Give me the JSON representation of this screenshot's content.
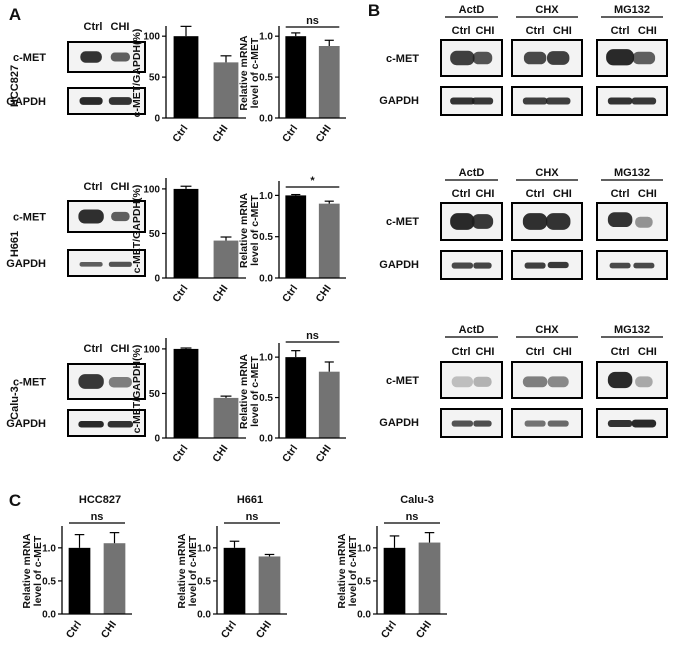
{
  "panels": {
    "A": "A",
    "B": "B",
    "C": "C"
  },
  "colors": {
    "ctrl_bar": "#000000",
    "chi_bar": "#737373",
    "blot_bg": "#f3f3f3",
    "band": "#1e1e1e"
  },
  "cell_lines": [
    "HCC827",
    "H661",
    "Calu-3"
  ],
  "labels": {
    "ctrl_chi": [
      "Ctrl",
      "CHI"
    ],
    "c_met": "c-MET",
    "gapdh": "GAPDH",
    "drugs": [
      "ActD",
      "CHX",
      "MG132"
    ],
    "protein_ylabel": "c-MET/GAPDH(%)",
    "mrna_ylabel_1": "Relative mRNA",
    "mrna_ylabel_2": "level of c-MET"
  },
  "significance": {
    "HCC827_mrna": "ns",
    "H661_mrna": "*",
    "Calu-3_mrna": "ns",
    "HCC827_C": "ns",
    "H661_C": "ns",
    "Calu-3_C": "ns"
  },
  "chart_data": [
    {
      "type": "bar",
      "panel": "A",
      "cell_line": "HCC827",
      "categories": [
        "Ctrl",
        "CHI"
      ],
      "values": [
        100,
        68
      ],
      "errors": [
        12,
        8
      ],
      "ylabel": "c-MET/GAPDH(%)",
      "ylim": [
        0,
        110
      ],
      "yticks": [
        0,
        50,
        100
      ]
    },
    {
      "type": "bar",
      "panel": "A",
      "cell_line": "HCC827",
      "categories": [
        "Ctrl",
        "CHI"
      ],
      "values": [
        1.0,
        0.88
      ],
      "errors": [
        0.04,
        0.07
      ],
      "ylabel": "Relative mRNA level of c-MET",
      "ylim": [
        0,
        1.1
      ],
      "yticks": [
        0.0,
        0.5,
        1.0
      ],
      "significance": "ns"
    },
    {
      "type": "bar",
      "panel": "A",
      "cell_line": "H661",
      "categories": [
        "Ctrl",
        "CHI"
      ],
      "values": [
        100,
        42
      ],
      "errors": [
        3,
        4
      ],
      "ylabel": "c-MET/GAPDH(%)",
      "ylim": [
        0,
        110
      ],
      "yticks": [
        0,
        50,
        100
      ]
    },
    {
      "type": "bar",
      "panel": "A",
      "cell_line": "H661",
      "categories": [
        "Ctrl",
        "CHI"
      ],
      "values": [
        1.0,
        0.9
      ],
      "errors": [
        0.01,
        0.03
      ],
      "ylabel": "Relative mRNA level of c-MET",
      "ylim": [
        0,
        1.15
      ],
      "yticks": [
        0.0,
        0.5,
        1.0
      ],
      "significance": "*"
    },
    {
      "type": "bar",
      "panel": "A",
      "cell_line": "Calu-3",
      "categories": [
        "Ctrl",
        "CHI"
      ],
      "values": [
        100,
        45
      ],
      "errors": [
        1,
        2
      ],
      "ylabel": "c-MET/GAPDH(%)",
      "ylim": [
        0,
        110
      ],
      "yticks": [
        0,
        50,
        100
      ]
    },
    {
      "type": "bar",
      "panel": "A",
      "cell_line": "Calu-3",
      "categories": [
        "Ctrl",
        "CHI"
      ],
      "values": [
        1.0,
        0.82
      ],
      "errors": [
        0.08,
        0.12
      ],
      "ylabel": "Relative mRNA level of c-MET",
      "ylim": [
        0,
        1.15
      ],
      "yticks": [
        0.0,
        0.5,
        1.0
      ],
      "significance": "ns"
    },
    {
      "type": "bar",
      "panel": "C",
      "cell_line": "HCC827",
      "title": "HCC827",
      "categories": [
        "Ctrl",
        "CHI"
      ],
      "values": [
        1.0,
        1.07
      ],
      "errors": [
        0.2,
        0.16
      ],
      "ylabel": "Relative mRNA level of c-MET",
      "ylim": [
        0,
        1.3
      ],
      "yticks": [
        0.0,
        0.5,
        1.0
      ],
      "significance": "ns"
    },
    {
      "type": "bar",
      "panel": "C",
      "cell_line": "H661",
      "title": "H661",
      "categories": [
        "Ctrl",
        "CHI"
      ],
      "values": [
        1.0,
        0.87
      ],
      "errors": [
        0.1,
        0.03
      ],
      "ylabel": "Relative mRNA level of c-MET",
      "ylim": [
        0,
        1.3
      ],
      "yticks": [
        0.0,
        0.5,
        1.0
      ],
      "significance": "ns"
    },
    {
      "type": "bar",
      "panel": "C",
      "cell_line": "Calu-3",
      "title": "Calu-3",
      "categories": [
        "Ctrl",
        "CHI"
      ],
      "values": [
        1.0,
        1.08
      ],
      "errors": [
        0.18,
        0.15
      ],
      "ylabel": "Relative mRNA level of c-MET",
      "ylim": [
        0,
        1.3
      ],
      "yticks": [
        0.0,
        0.5,
        1.0
      ],
      "significance": "ns"
    }
  ]
}
